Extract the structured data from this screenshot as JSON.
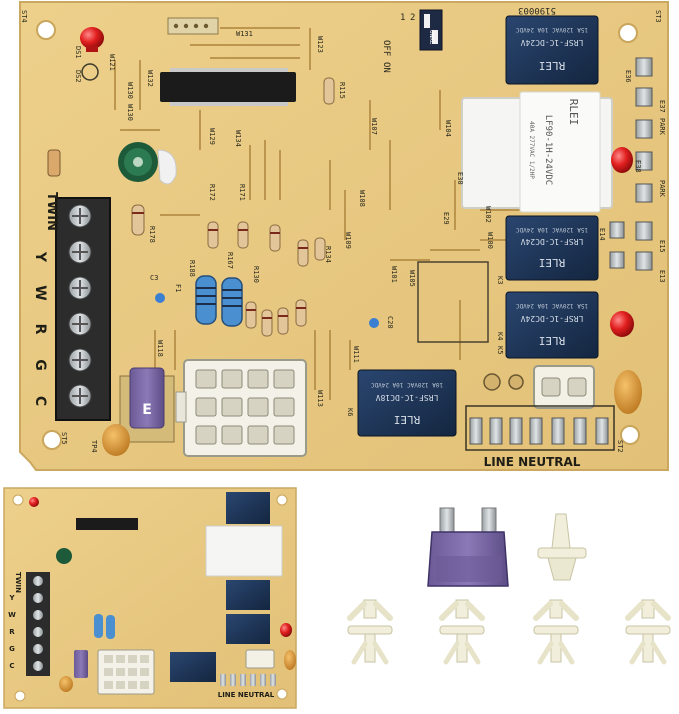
{
  "main_board": {
    "part_number": "5190003",
    "terminal_header": "TWIN",
    "terminal_labels": [
      "Y",
      "W",
      "R",
      "G",
      "C"
    ],
    "bottom_label": "LINE NEUTRAL",
    "fuse_letter": "E",
    "relays": [
      {
        "brand": "RLEI",
        "model": "LRSF-1C-DC24V",
        "rating": "15A 120VAC 10A 24VDC"
      },
      {
        "brand": "RLEI",
        "model": "LF90-1H-24VDC",
        "rating": "40A 277VAC 1/2HP"
      },
      {
        "brand": "RLEI",
        "model": "LRSF-1C-DC24V",
        "rating": "15A 120VAC 10A 24VDC"
      },
      {
        "brand": "RLEI",
        "model": "LRSF-1C-DC24V",
        "rating": "15A 120VAC 10A 24VDC"
      },
      {
        "brand": "RLEI",
        "model": "LRSF-1C-DC18V",
        "rating": "10A 120VAC 10A 24VDC"
      }
    ],
    "dip_labels": {
      "off": "OFF",
      "on": "ON",
      "one": "1",
      "two": "2",
      "switch": "ONKE"
    },
    "silk_labels": [
      "DS1",
      "DS2",
      "E38",
      "E37",
      "E36",
      "PARK",
      "PARK",
      "E29",
      "E30",
      "E14",
      "E13",
      "E15",
      "TP4",
      "W121",
      "W130",
      "W132",
      "W129",
      "W134",
      "W130",
      "W131",
      "W123",
      "W109",
      "W108",
      "W107",
      "W104",
      "W102",
      "W100",
      "W101",
      "W105",
      "W111",
      "W113",
      "W118",
      "F1",
      "R188",
      "R167",
      "R172",
      "R171",
      "R178",
      "R130",
      "R134",
      "R115",
      "C3",
      "C20",
      "K3",
      "K4",
      "K5",
      "K6",
      "ST4",
      "ST5",
      "ST2",
      "ST3"
    ]
  },
  "small_board": {
    "terminal_header": "TWIN",
    "terminal_labels": [
      "Y",
      "W",
      "R",
      "G",
      "C"
    ],
    "bottom_label": "LINE NEUTRAL"
  },
  "accessories": {
    "fuse_letter": "",
    "standoff_count": 4
  },
  "colors": {
    "pcb": "#e8c981",
    "pcb_edge": "#d6b56a",
    "terminal_block": "#2c2c2c",
    "relay_blue": "#1d3556",
    "fuse_purple": "#7b6aa6",
    "nylon_white": "#f1efdc",
    "led_red": "#e11f1f",
    "capacitor_orange": "#d9942e"
  }
}
